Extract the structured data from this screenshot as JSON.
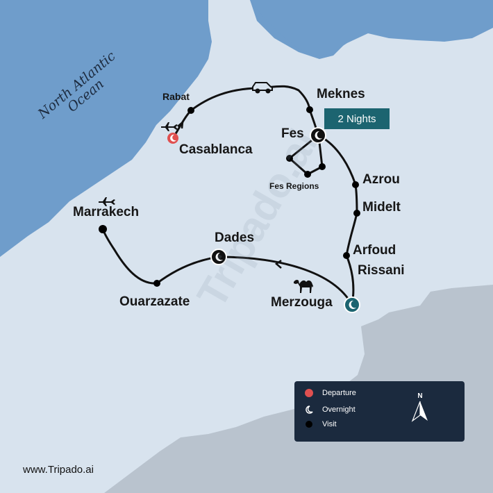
{
  "ocean_label": [
    "North Atlantic",
    "Ocean"
  ],
  "nights_badge": "2 Nights",
  "watermark": "Tripado.ai",
  "website": "www.Tripado.ai",
  "places": {
    "rabat": "Rabat",
    "casablanca": "Casablanca",
    "meknes": "Meknes",
    "fes": "Fes",
    "fes_regions": "Fes Regions",
    "azrou": "Azrou",
    "midelt": "Midelt",
    "arfoud": "Arfoud",
    "rissani": "Rissani",
    "merzouga": "Merzouga",
    "dades": "Dades",
    "ouarzazate": "Ouarzazate",
    "marrakech": "Marrakech"
  },
  "legend": {
    "departure": "Departure",
    "overnight": "Overnight",
    "visit": "Visit"
  },
  "compass_label": "N",
  "colors": {
    "sea": "#6f9dcb",
    "land": "#d8e3ee",
    "neighbor_land": "#b9c3ce",
    "route": "#111111",
    "departure": "#e05050",
    "overnight_teal": "#1c6470",
    "legend_bg": "#1b2a3e"
  },
  "icons": [
    "plane-icon",
    "car-icon",
    "camel-icon",
    "moon-icon",
    "compass-arrow-icon"
  ]
}
